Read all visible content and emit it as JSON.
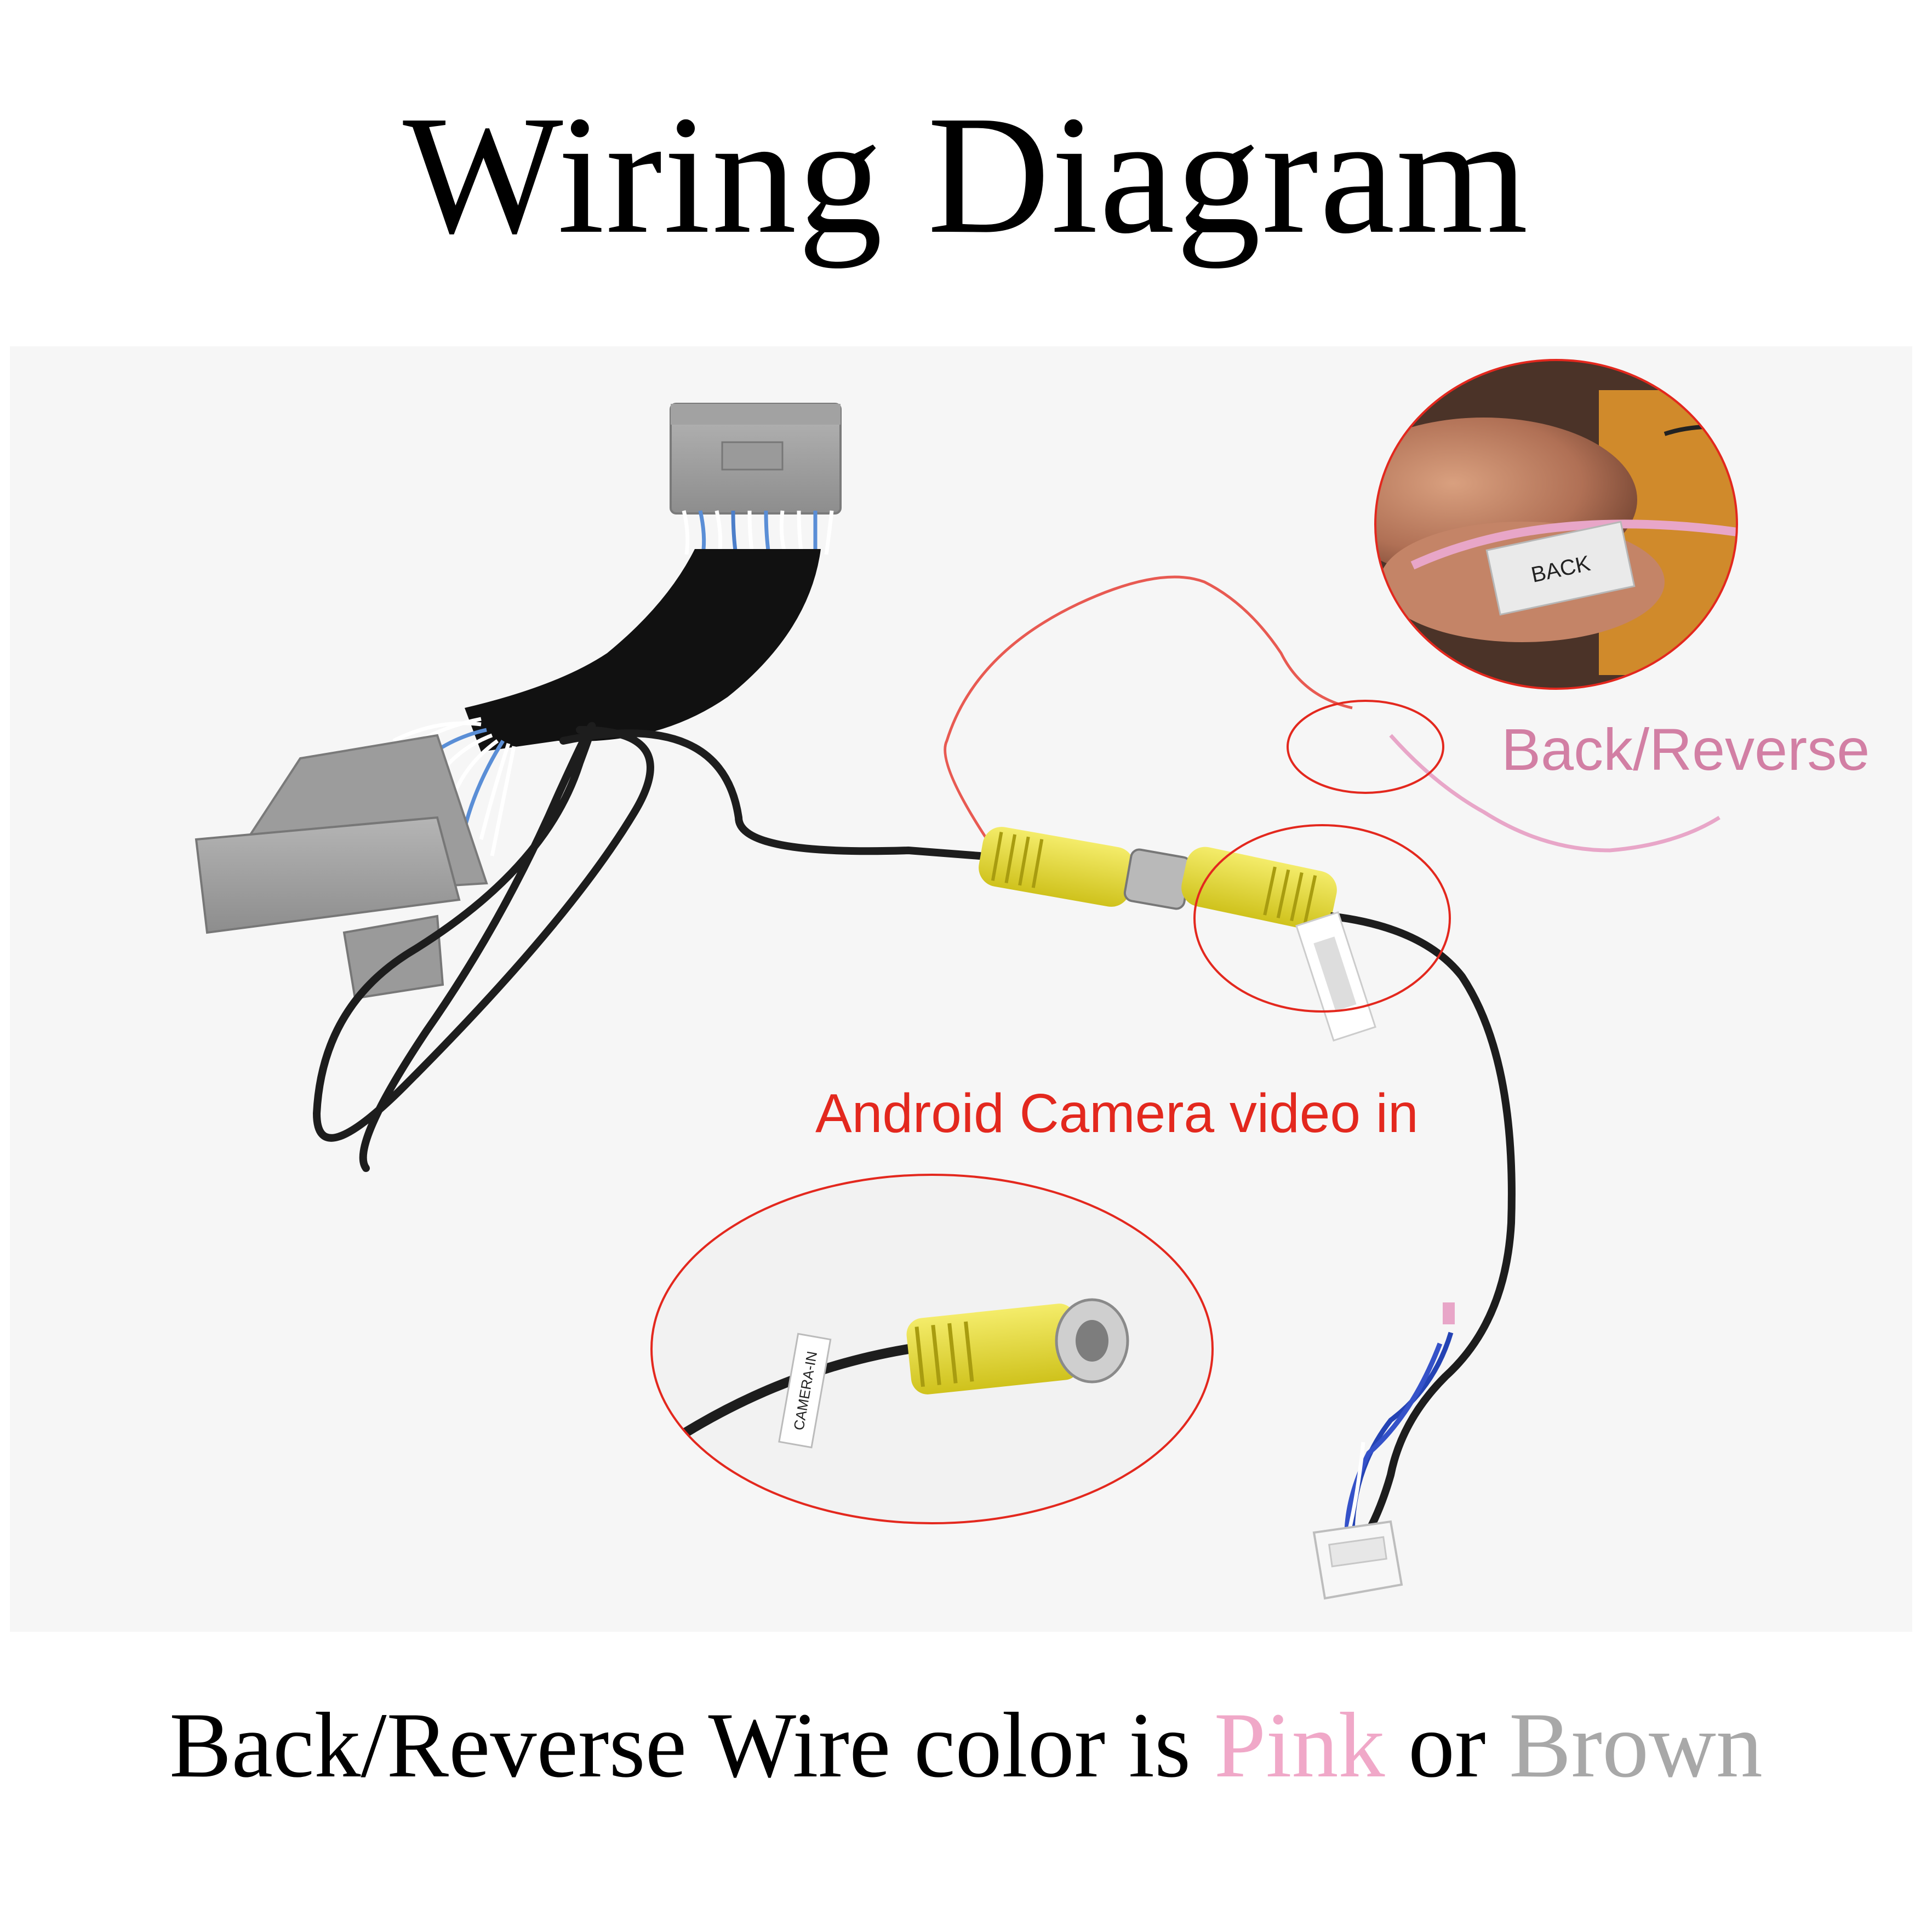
{
  "title": "Wiring Diagram",
  "labels": {
    "back_reverse": "Back/Reverse",
    "camera_video_in": "Android Camera video in",
    "back_tag": "BACK",
    "camera_tag": "CAMERA-IN"
  },
  "footer": {
    "part1": "Back/Reverse Wire color is ",
    "pink_word": "Pink",
    "part2": " or ",
    "brown_word": "Brown"
  },
  "colors": {
    "pink_word": "#f0a8c8",
    "brown_word": "#a8a8a8",
    "annotation_red": "#e3281e",
    "annotation_pink": "#d27fa4"
  }
}
